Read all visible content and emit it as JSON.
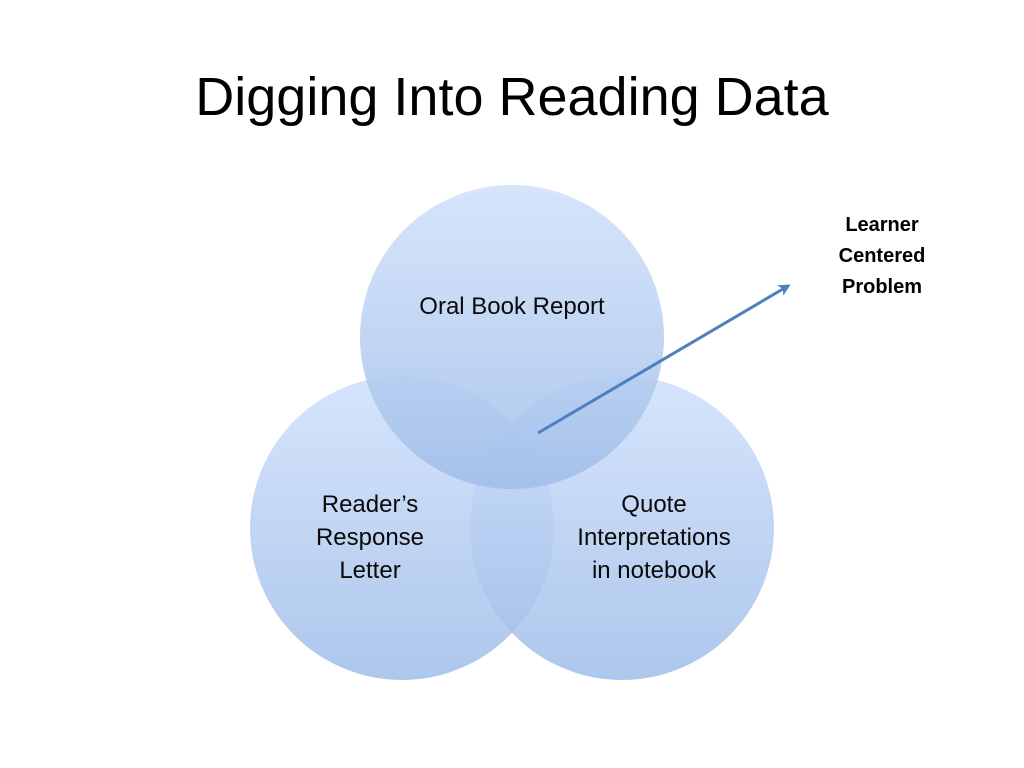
{
  "slide": {
    "title": "Digging Into Reading Data"
  },
  "venn": {
    "circles": [
      {
        "id": "top",
        "label": "Oral Book Report"
      },
      {
        "id": "left",
        "label": "Reader’s\nResponse\nLetter"
      },
      {
        "id": "right",
        "label": "Quote\nInterpretations\nin notebook"
      }
    ],
    "callout": "Learner\nCentered\nProblem"
  },
  "colors": {
    "circle_top": "#cfe0fb",
    "circle_bottom": "#a7c3ea",
    "arrow": "#4f7fbd"
  }
}
